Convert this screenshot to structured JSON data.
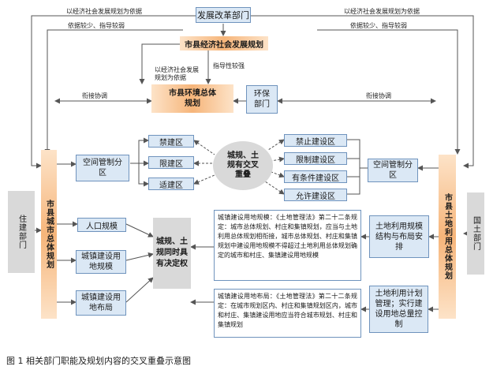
{
  "top": {
    "ndrc": "发展改革部门",
    "econ_plan": "市县经济社会发展规划",
    "left_basis": "以经济社会发展规划为依据",
    "right_basis": "以经济社会发展规划为依据",
    "left_weak": "依据较少、指导较弱",
    "right_weak": "依据较少、指导较弱",
    "guide": "指导性较强",
    "env_basis": "以经济社会发展规划为依据"
  },
  "env": {
    "plan": "市县环境总体规划",
    "dept": "环保部门",
    "left_coord": "衔接协调",
    "right_coord": "衔接协调"
  },
  "left": {
    "housing_dept": "住建部门",
    "city_plan": "市县城市总体规划",
    "space_zone": "空间管制分区",
    "population": "人口规模",
    "land_scale": "城镇建设用地规模",
    "land_layout": "城镇建设用地布局"
  },
  "zones_left": [
    "禁建区",
    "限建区",
    "适建区"
  ],
  "zones_right": [
    "禁止建设区",
    "限制建设区",
    "有条件建设区",
    "允许建设区"
  ],
  "overlap": "城规、土规有交叉重叠",
  "decision": "城规、土规同时具有决定权",
  "notes": {
    "law22_scale": "城镇建设用地规模：《土地管理法》第二十二条规定：城市总体规划、村庄和集镇规划，应当与土地利用总体规划相衔接，城市总体规划、村庄和集镇规划中建设用地规模不得超过土地利用总体规划确定的城市和村庄、集镇建设用地规模",
    "law22_layout": "城镇建设用地布局：《土地管理法》第二十二条规定：在城市规划区内、村庄和集镇规划区内，城市和村庄、集镇建设用地应当符合城市规划、村庄和集镇规划"
  },
  "right": {
    "land_dept": "国土部门",
    "land_plan": "市县土地利用总体规划",
    "space_zone": "空间管制分区",
    "structure": "土地利用规模结构与布局安排",
    "quota": "土地利用计划管理；实行建设用地总量控制"
  },
  "caption": "图 1  相关部门职能及规划内容的交叉重叠示意图"
}
